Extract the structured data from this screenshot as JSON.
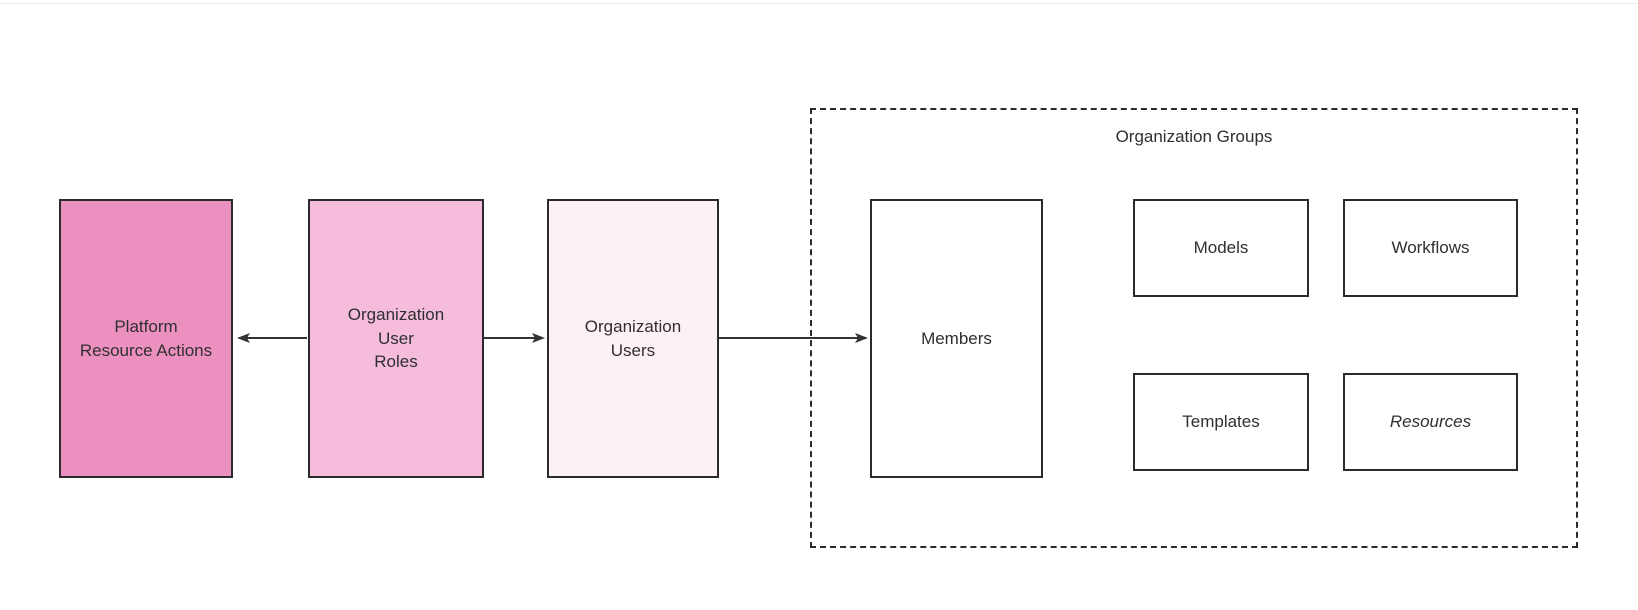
{
  "diagram": {
    "type": "flowchart",
    "group": {
      "title": "Organization Groups"
    },
    "nodes": {
      "platform_resource_actions": {
        "label": "Platform\nResource Actions",
        "fill": "#ec90bf"
      },
      "organization_user_roles": {
        "label": "Organization\nUser\nRoles",
        "fill": "#f5bcdc"
      },
      "organization_users": {
        "label": "Organization\nUsers",
        "fill": "#fdf1f8"
      },
      "members": {
        "label": "Members",
        "fill": "#ffffff"
      },
      "models": {
        "label": "Models",
        "fill": "#ffffff"
      },
      "workflows": {
        "label": "Workflows",
        "fill": "#ffffff"
      },
      "templates": {
        "label": "Templates",
        "fill": "#ffffff"
      },
      "resources": {
        "label": "Resources",
        "fill": "#ffffff",
        "style": "italic"
      }
    },
    "edges": [
      {
        "from": "organization_user_roles",
        "to": "platform_resource_actions"
      },
      {
        "from": "organization_user_roles",
        "to": "organization_users"
      },
      {
        "from": "organization_users",
        "to": "members"
      }
    ],
    "colors": {
      "border": "#2b2b2b",
      "arrow": "#333333",
      "text": "#2f2f2f",
      "background": "#ffffff"
    }
  }
}
